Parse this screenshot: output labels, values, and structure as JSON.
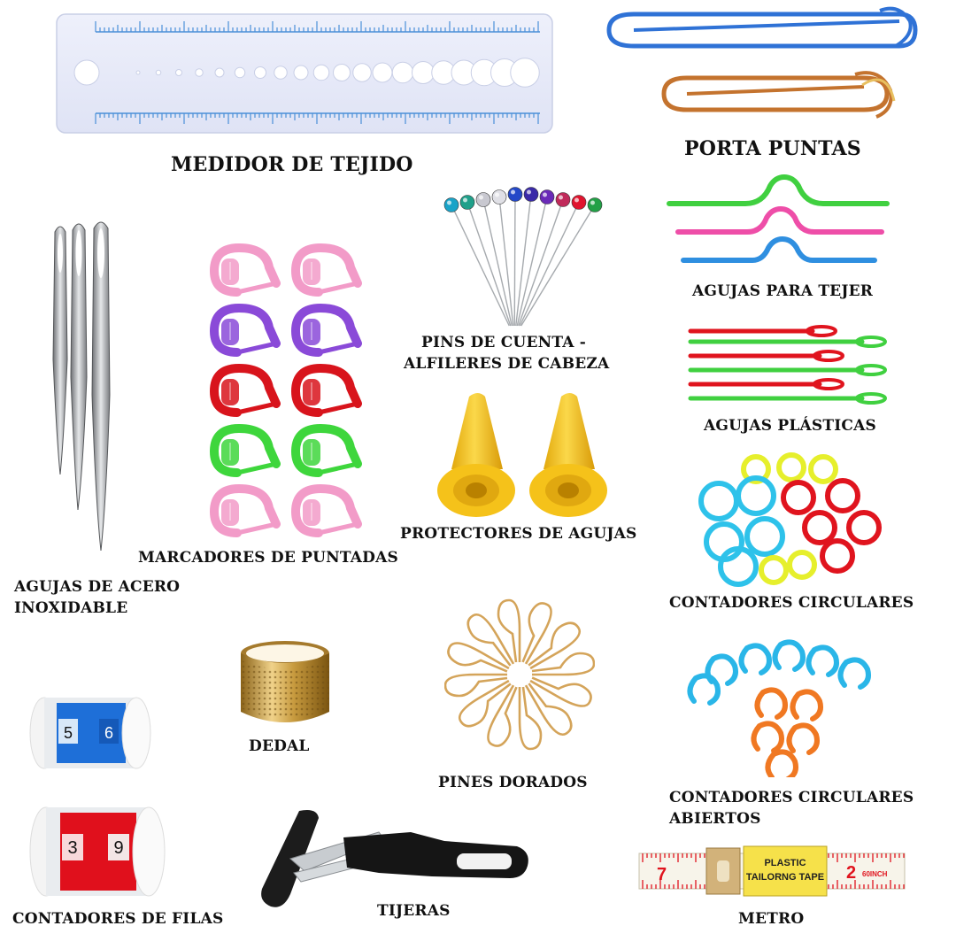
{
  "labels": {
    "medidor": "MEDIDOR DE TEJIDO",
    "porta_puntas": "PORTA PUNTAS",
    "agujas_tejer": "AGUJAS PARA TEJER",
    "pins_cuenta_1": "PINS DE CUENTA -",
    "pins_cuenta_2": "ALFILERES DE CABEZA",
    "agujas_plasticas": "AGUJAS PLÁSTICAS",
    "protectores": "PROTECTORES DE AGUJAS",
    "marcadores": "MARCADORES DE PUNTADAS",
    "contadores_circulares": "CONTADORES CIRCULARES",
    "agujas_acero_1": "AGUJAS DE ACERO",
    "agujas_acero_2": "INOXIDABLE",
    "dedal": "DEDAL",
    "pines_dorados": "PINES DORADOS",
    "contadores_abiertos_1": "CONTADORES CIRCULARES",
    "contadores_abiertos_2": "ABIERTOS",
    "contadores_filas": "CONTADORES DE FILAS",
    "tijeras": "TIJERAS",
    "metro": "METRO"
  },
  "row_counter_blue": {
    "left_digit": "5",
    "right_digit": "6"
  },
  "row_counter_red": {
    "left_digit": "3",
    "right_digit": "9"
  },
  "tape_measure": {
    "badge_line_1": "PLASTIC",
    "badge_line_2": "TAILORNG TAPE",
    "left_number": "7",
    "right_number": "2",
    "right_unit": "60INCH"
  },
  "colors": {
    "gauge_blue": "#4a8fd8",
    "holder_blue": "#2f72d6",
    "holder_copper": "#c4732e",
    "marker_pink": "#f29bc8",
    "marker_purple": "#8a4ad8",
    "marker_red": "#d8141c",
    "marker_green": "#3ed63c",
    "protector_yellow": "#f5c21a",
    "ring_cyan": "#2ec2ea",
    "ring_red": "#e0141e",
    "ring_yellow": "#e6ef2c",
    "open_ring_blue": "#2ab6e8",
    "open_ring_orange": "#f07822",
    "gold": "#d4a45a",
    "counter_blue": "#1e6fd8",
    "counter_red": "#e0101c"
  }
}
